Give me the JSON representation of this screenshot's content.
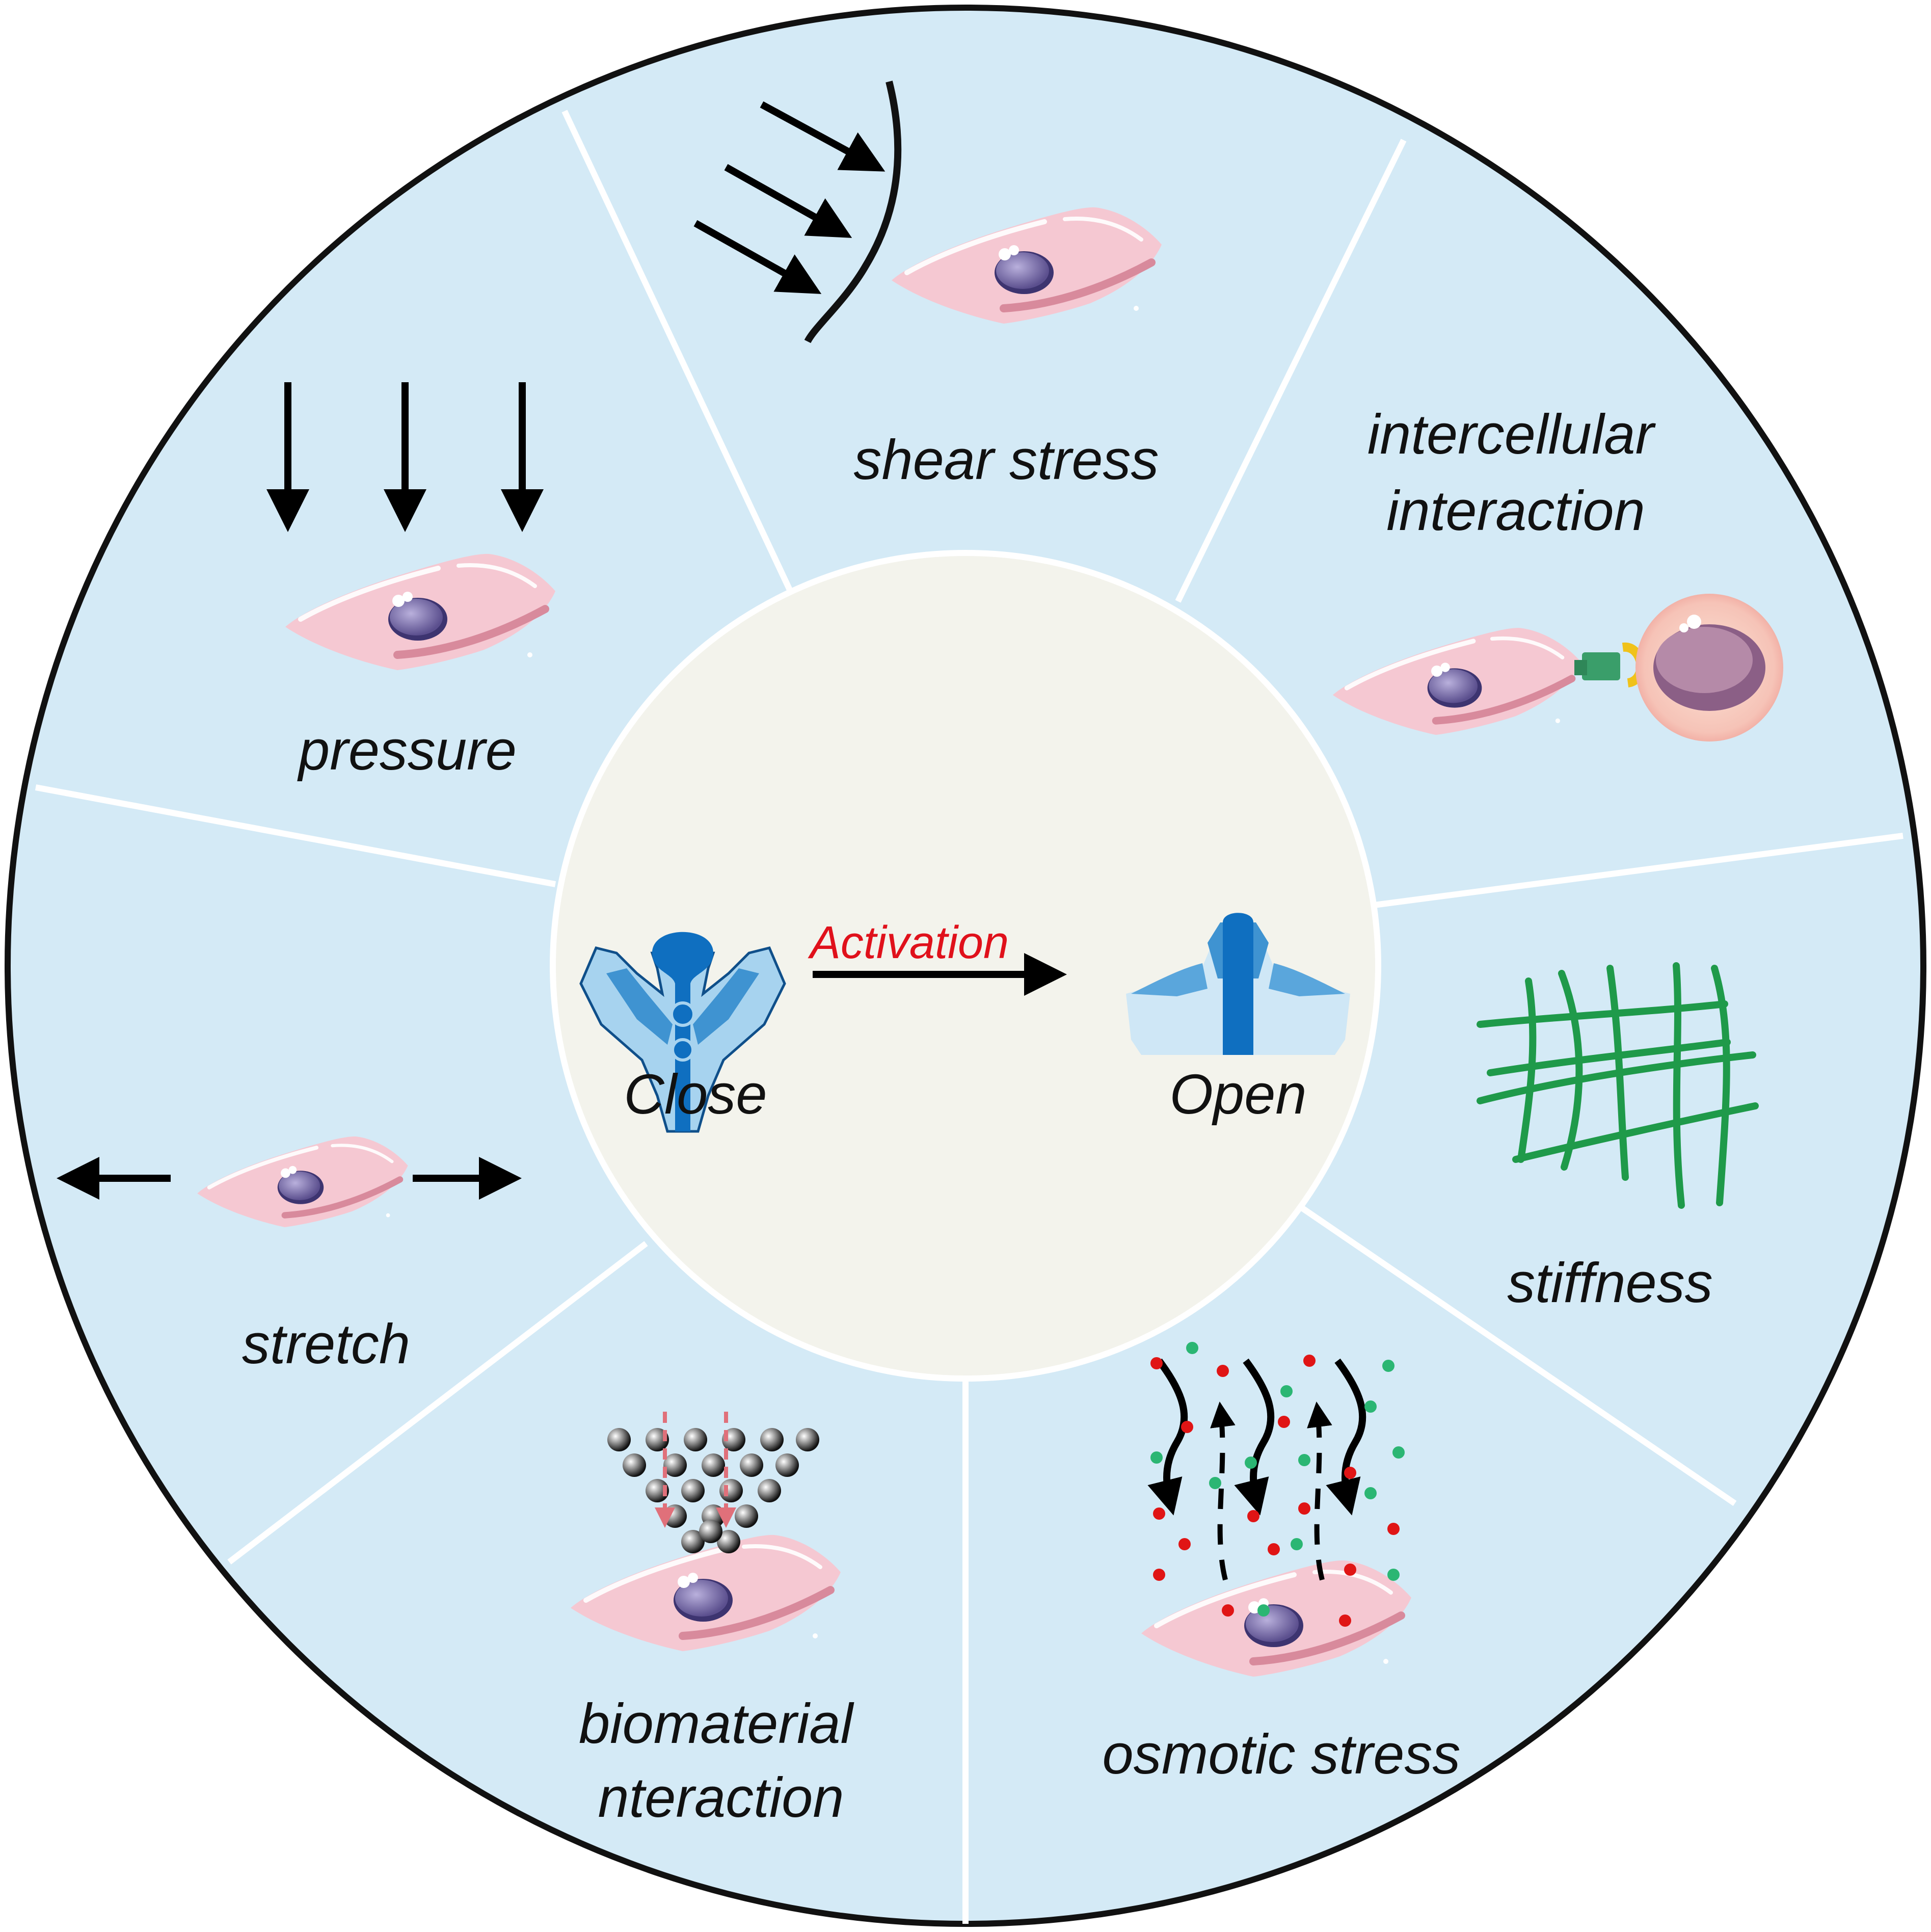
{
  "center": {
    "close_label": "Close",
    "open_label": "Open",
    "activation_label": "Activation"
  },
  "segments": {
    "shear": {
      "label": "shear stress"
    },
    "intercellular": {
      "line1": "intercellular",
      "line2": "interaction"
    },
    "stiffness": {
      "label": "stiffness"
    },
    "osmotic": {
      "label": "osmotic stress"
    },
    "biomaterial": {
      "line1": "biomaterial",
      "line2": "nteraction"
    },
    "stretch": {
      "label": "stretch"
    },
    "pressure": {
      "label": "pressure"
    }
  },
  "colors": {
    "ring_fill": "#d4eaf6",
    "center_fill": "#f3f3ec",
    "cell_fill": "#f5c8d2",
    "nucleus": "#7b6ea8",
    "fiber": "#1f9a4a",
    "activation": "#e0111b",
    "ion_red": "#e01515",
    "ion_green": "#2bb673",
    "channel_light": "#a7d3ef",
    "channel_dark": "#0f6fc0"
  },
  "icons": {
    "channel_closed": "ion-channel-closed-icon",
    "channel_open": "ion-channel-open-icon",
    "cell": "cell-icon"
  }
}
